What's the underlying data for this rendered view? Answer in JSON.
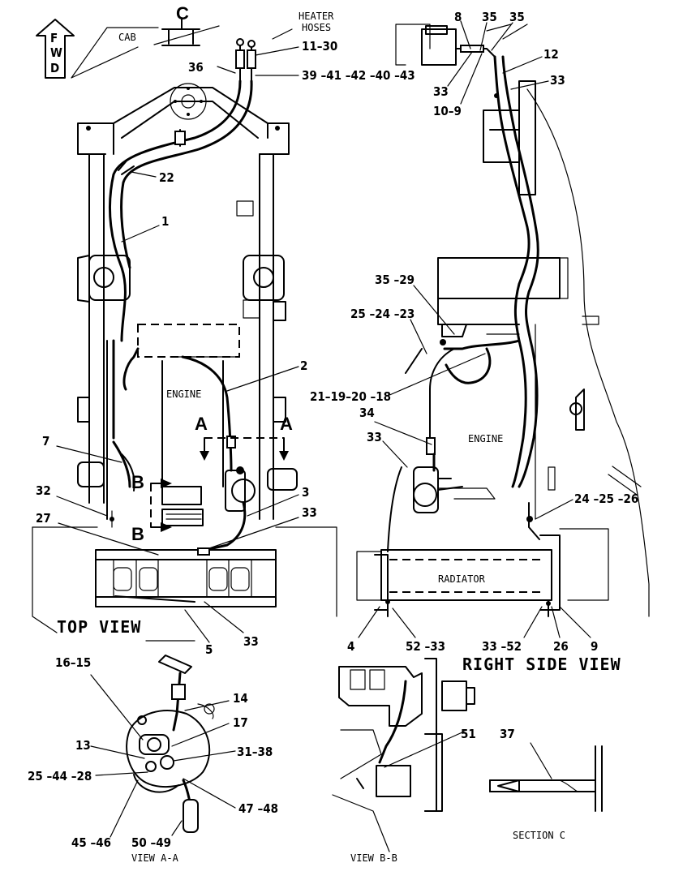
{
  "views": {
    "top_view": "TOP VIEW",
    "right_side_view": "RIGHT SIDE VIEW",
    "view_aa": "VIEW A-A",
    "view_bb": "VIEW B-B",
    "section_c": "SECTION C"
  },
  "component_labels": {
    "engine_top": "ENGINE",
    "engine_side": "ENGINE",
    "radiator": "RADIATOR",
    "heater_hoses_1": "HEATER",
    "heater_hoses_2": "HOSES",
    "cab": "CAB",
    "fwd_f": "F",
    "fwd_w": "W",
    "fwd_d": "D"
  },
  "section_markers": {
    "c": "C",
    "a_left": "A",
    "a_right": "A",
    "b_top": "B",
    "b_bottom": "B"
  },
  "callouts": {
    "c36": "36",
    "c11_30": "11–30",
    "c39": "39 –41 –42 –40 –43",
    "c22": "22",
    "c1": "1",
    "c2": "2",
    "c7": "7",
    "c32": "32",
    "c27": "27",
    "c3": "3",
    "c33_top": "33",
    "c5": "5",
    "c33_bottom": "33",
    "c8": "8",
    "c35a": "35",
    "c35b": "35",
    "c12": "12",
    "c33_rs1": "33",
    "c33_rs2": "33",
    "c10_9": "10–9",
    "c35_29": "35 –29",
    "c25_24_23": "25 –24 –23",
    "c21": "21–19–20 –18",
    "c34": "34",
    "c33_rs3": "33",
    "c24_25_26": "24 –25 –26",
    "c4": "4",
    "c52_33": "52 –33",
    "c33_52": "33 –52",
    "c26": "26",
    "c9": "9",
    "c16_15": "16–15",
    "c14": "14",
    "c17": "17",
    "c13": "13",
    "c31_38": "31–38",
    "c25_44_28": "25 –44 –28",
    "c47_48": "47 –48",
    "c45_46": "45 –46",
    "c50_49": "50 –49",
    "c51": "51",
    "c37": "37"
  }
}
